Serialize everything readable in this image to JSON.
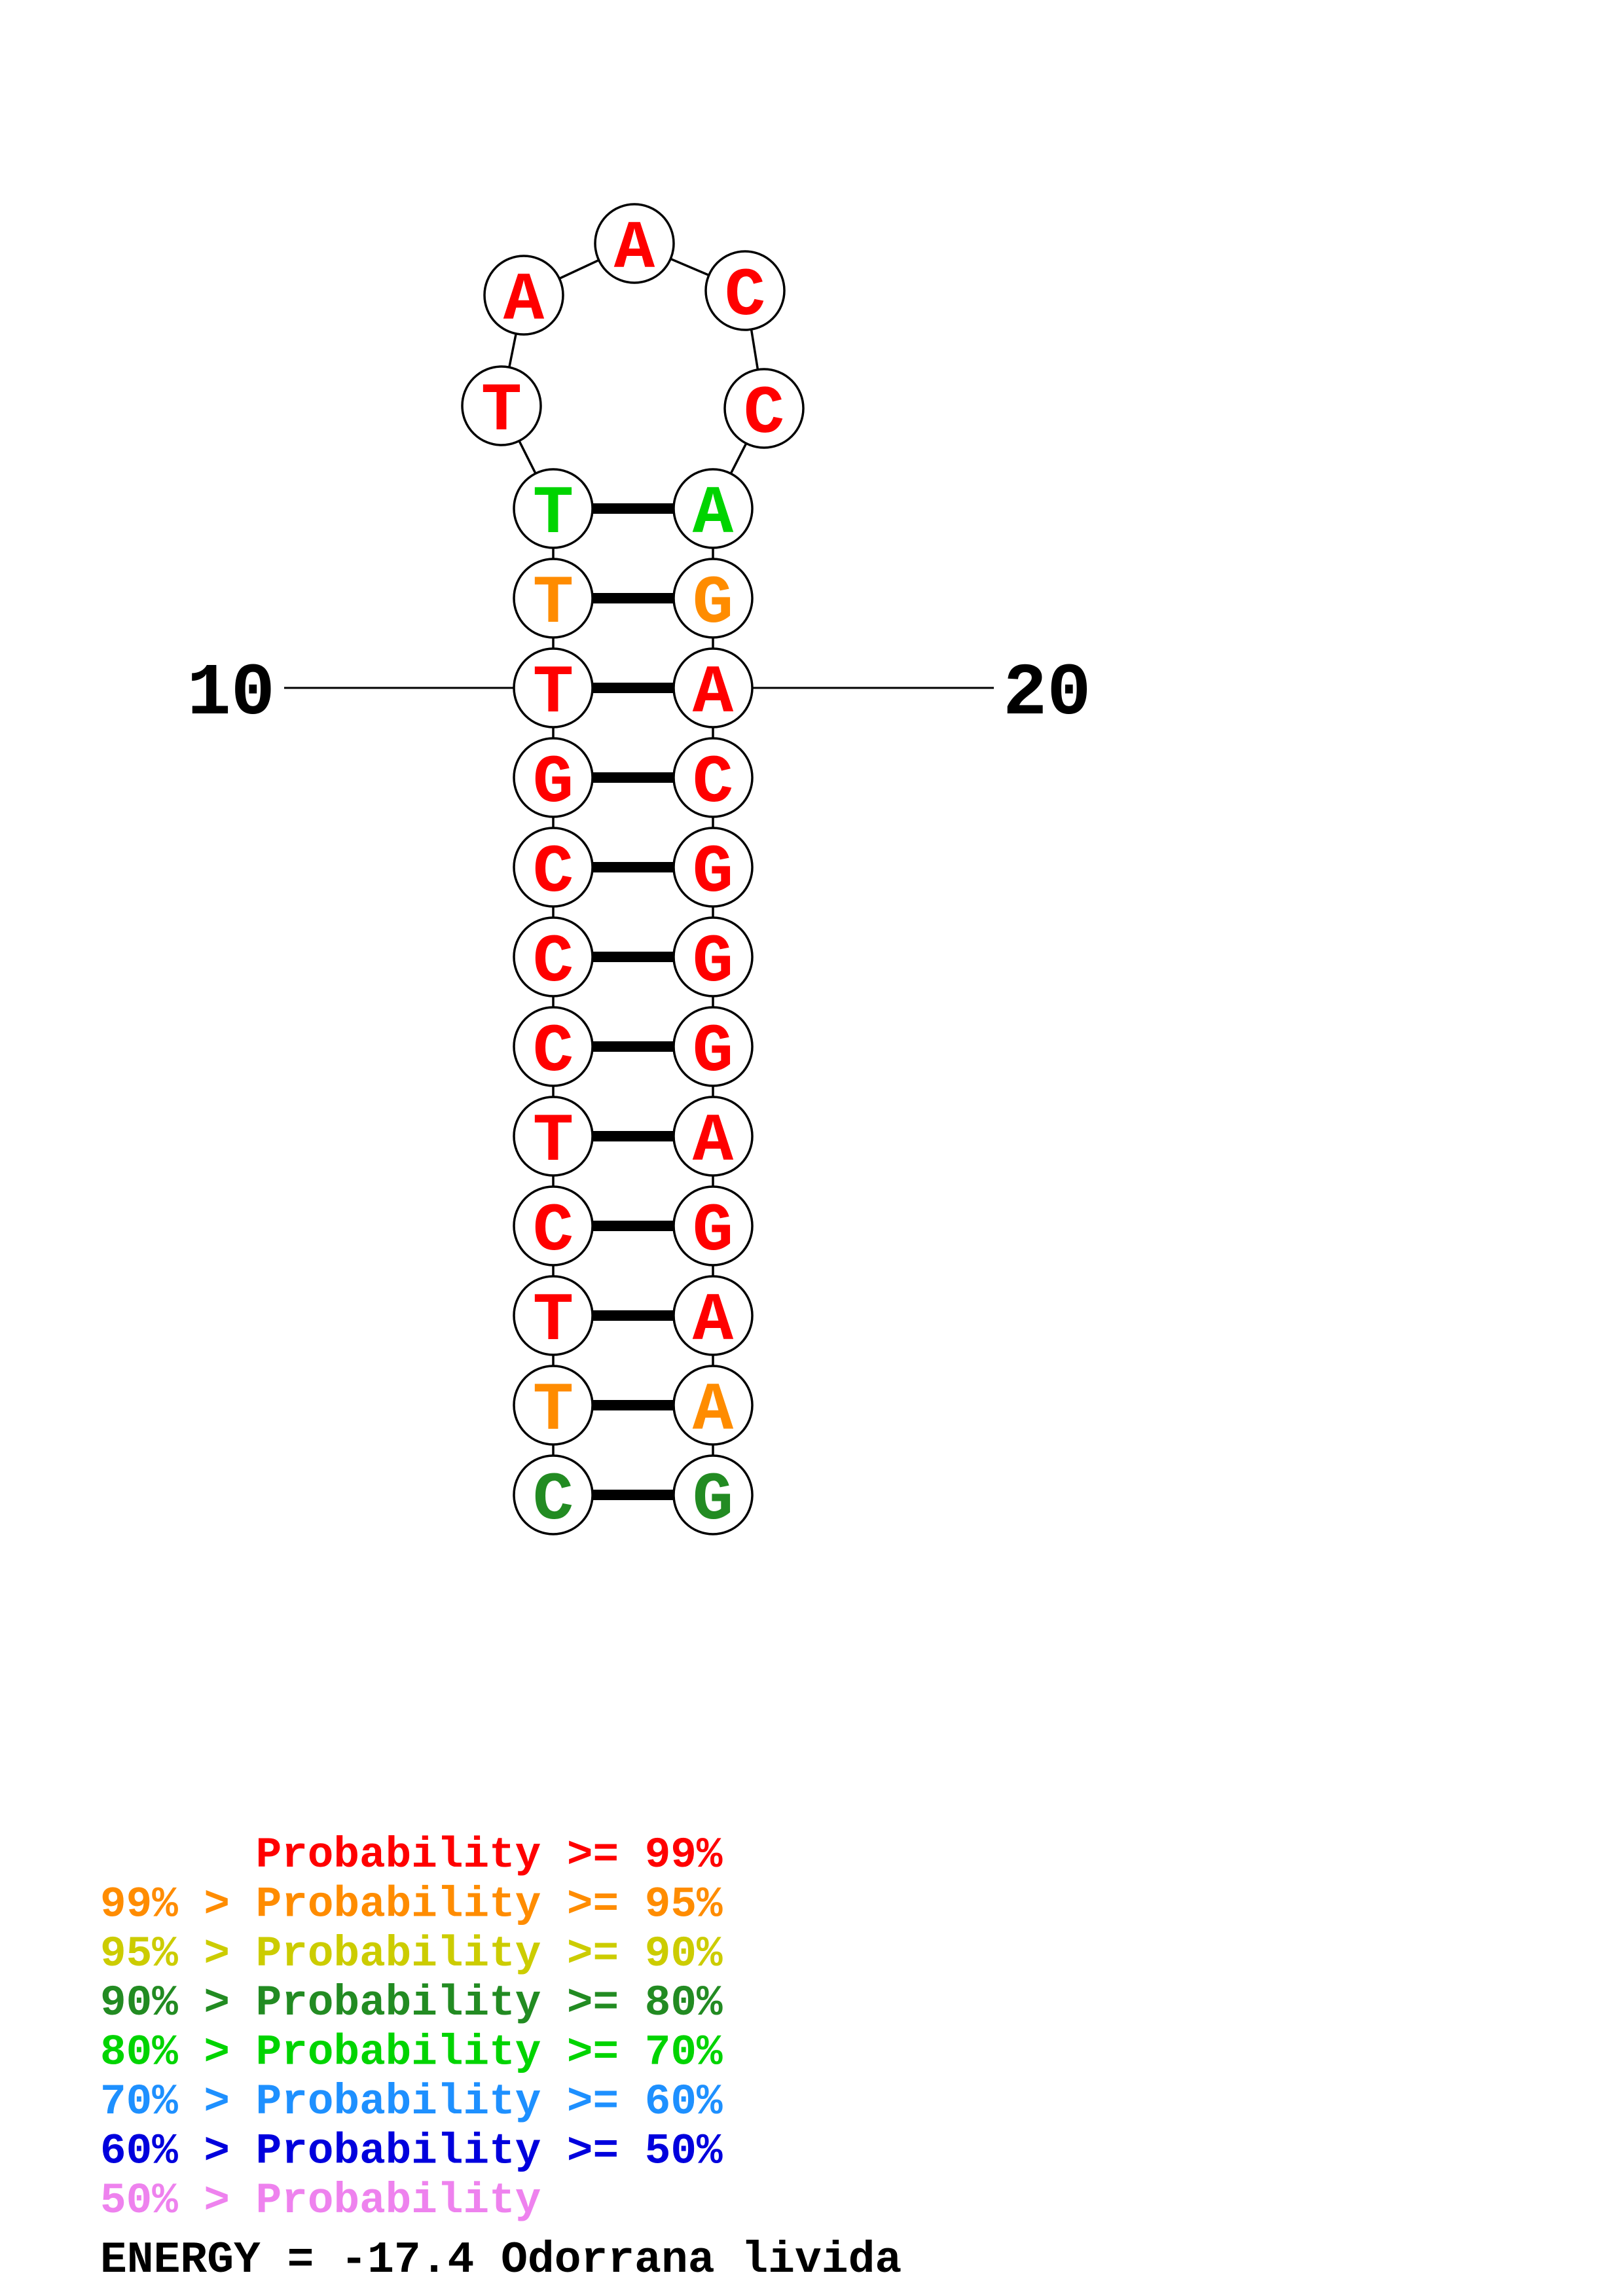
{
  "figure": {
    "left_label": "10",
    "right_label": "20",
    "tick_row": 2,
    "energy_text": "ENERGY = -17.4  Odorrana livida",
    "palette": {
      "p99": "#ff0000",
      "p95": "#ff8c00",
      "p90": "#cccc00",
      "p80": "#228b22",
      "p70": "#00d400",
      "p60": "#1e90ff",
      "p50": "#0000dd",
      "plt50": "#ee82ee",
      "outline": "#000000",
      "fill": "#ffffff"
    },
    "loop_bases": [
      {
        "base": "T",
        "color": "p99"
      },
      {
        "base": "A",
        "color": "p99"
      },
      {
        "base": "A",
        "color": "p99"
      },
      {
        "base": "C",
        "color": "p99"
      },
      {
        "base": "C",
        "color": "p99"
      }
    ],
    "stem_pairs": [
      {
        "left": "T",
        "right": "A",
        "color": "p70"
      },
      {
        "left": "T",
        "right": "G",
        "color": "p95"
      },
      {
        "left": "T",
        "right": "A",
        "color": "p99"
      },
      {
        "left": "G",
        "right": "C",
        "color": "p99"
      },
      {
        "left": "C",
        "right": "G",
        "color": "p99"
      },
      {
        "left": "C",
        "right": "G",
        "color": "p99"
      },
      {
        "left": "C",
        "right": "G",
        "color": "p99"
      },
      {
        "left": "T",
        "right": "A",
        "color": "p99"
      },
      {
        "left": "C",
        "right": "G",
        "color": "p99"
      },
      {
        "left": "T",
        "right": "A",
        "color": "p99"
      },
      {
        "left": "T",
        "right": "A",
        "color": "p95"
      },
      {
        "left": "C",
        "right": "G",
        "color": "p80"
      }
    ],
    "legend": [
      {
        "text": "Probability >= 99%",
        "color": "p99",
        "indent": 6
      },
      {
        "text": "99% > Probability >= 95%",
        "color": "p95",
        "indent": 0
      },
      {
        "text": "95% > Probability >= 90%",
        "color": "p90",
        "indent": 0
      },
      {
        "text": "90% > Probability >= 80%",
        "color": "p80",
        "indent": 0
      },
      {
        "text": "80% > Probability >= 70%",
        "color": "p70",
        "indent": 0
      },
      {
        "text": "70% > Probability >= 60%",
        "color": "p60",
        "indent": 0
      },
      {
        "text": "60% > Probability >= 50%",
        "color": "p50",
        "indent": 0
      },
      {
        "text": "50% > Probability",
        "color": "plt50",
        "indent": 0
      }
    ]
  }
}
